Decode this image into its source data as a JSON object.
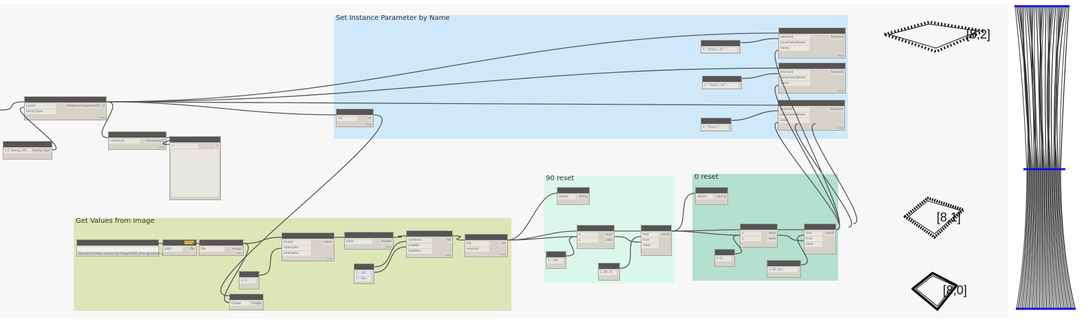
{
  "groups": {
    "set_param": {
      "title": "Set Instance Parameter by Name",
      "color": "#cfe9fb"
    },
    "image": {
      "title": "Get Values from Image",
      "color": "#dde6b6"
    },
    "reset90": {
      "title": "90 reset",
      "color": "#dbf7eb"
    },
    "reset0": {
      "title": "0 reset",
      "color": "#b3e0cf"
    }
  },
  "nodes": {
    "adaptive": {
      "inputs": [
        "points",
        "familyType"
      ],
      "outputs": [
        "AdaptiveComponent[]..[]"
      ],
      "footer": "auto"
    },
    "familytypes": {
      "value": "1.1 Swing_50c...",
      "outputs": [
        "Family Type"
      ]
    },
    "params": {
      "inputs": [
        "elements"
      ],
      "outputs": [
        "Parameter[]"
      ],
      "footer": "auto"
    },
    "watch": {
      "inputs": [
        ">"
      ],
      "outputs": [
        ">"
      ]
    },
    "count": {
      "inputs": [
        "list"
      ],
      "outputs": [
        "int"
      ],
      "footer": "auto"
    },
    "setp1": {
      "inputs": [
        "element",
        "parameterName",
        "value"
      ],
      "outputs": [
        "Element"
      ],
      "footer": "auto"
    },
    "setp2": {
      "inputs": [
        "element",
        "parameterName",
        "value"
      ],
      "outputs": [
        "Element"
      ],
      "footer": "auto"
    },
    "setp3": {
      "inputs": [
        "element",
        "parameterName",
        "value"
      ],
      "outputs": [
        "Element"
      ],
      "footer": "auto"
    },
    "cb1": {
      "code": [
        "1:\"Angle_01\";"
      ]
    },
    "cb2": {
      "code": [
        "1:\"Angle_02\";"
      ]
    },
    "cb3": {
      "code": [
        "1:\"Angle\";"
      ]
    },
    "filepath": {
      "value": "Dynamo Rotate Louver by Image1000_2rev gradient.jpg"
    },
    "fromPath": {
      "inputs": [
        "path"
      ],
      "outputs": [
        "file"
      ],
      "browse": "Browse"
    },
    "readImg": {
      "inputs": [
        "file"
      ],
      "outputs": [
        "image"
      ],
      "footer": "auto"
    },
    "pixels": {
      "inputs": [
        "image",
        "xSamples",
        "ySamples"
      ],
      "outputs": [
        "colors"
      ],
      "footer": "auto"
    },
    "cb5": {
      "code": [
        "1:5;"
      ]
    },
    "watchImg": {
      "inputs": [
        "image"
      ],
      "outputs": [
        "image"
      ]
    },
    "brightness": {
      "inputs": [
        "color"
      ],
      "outputs": [
        "double"
      ],
      "footer": "auto"
    },
    "remap": {
      "inputs": [
        "numbers",
        "newMin",
        "newMax"
      ],
      "outputs": [
        "list"
      ],
      "footer": "auto"
    },
    "cbRange": {
      "code": [
        "1:-10;",
        "2:-80;"
      ]
    },
    "shift": {
      "inputs": [
        "list",
        "amount"
      ],
      "outputs": [
        "list"
      ],
      "footer": "auto"
    },
    "str90": {
      "inputs": [
        "object"
      ],
      "outputs": [
        "string"
      ]
    },
    "cmp90": {
      "inputs": [
        "x",
        "y"
      ],
      "outputs": [
        "bool",
        "auto"
      ]
    },
    "cbm90": {
      "code": [
        "1:-90;"
      ]
    },
    "if90": {
      "inputs": [
        "test",
        "true",
        "false"
      ],
      "outputs": [
        "result"
      ]
    },
    "cb899": {
      "code": [
        "1:89.9;"
      ]
    },
    "str0": {
      "inputs": [
        "object"
      ],
      "outputs": [
        "string"
      ]
    },
    "cmp0": {
      "inputs": [
        "x",
        "y"
      ],
      "outputs": [
        "bool",
        "auto"
      ]
    },
    "cb0": {
      "code": [
        "1:0;"
      ]
    },
    "if0": {
      "inputs": [
        "test",
        "true",
        "false"
      ],
      "outputs": [
        "result"
      ]
    },
    "cb9001": {
      "code": [
        "1:90.01;"
      ]
    }
  },
  "preview": {
    "labels": [
      "[8,2]",
      "[8,1]",
      "[8,0]"
    ],
    "accent": "#1010e0"
  }
}
